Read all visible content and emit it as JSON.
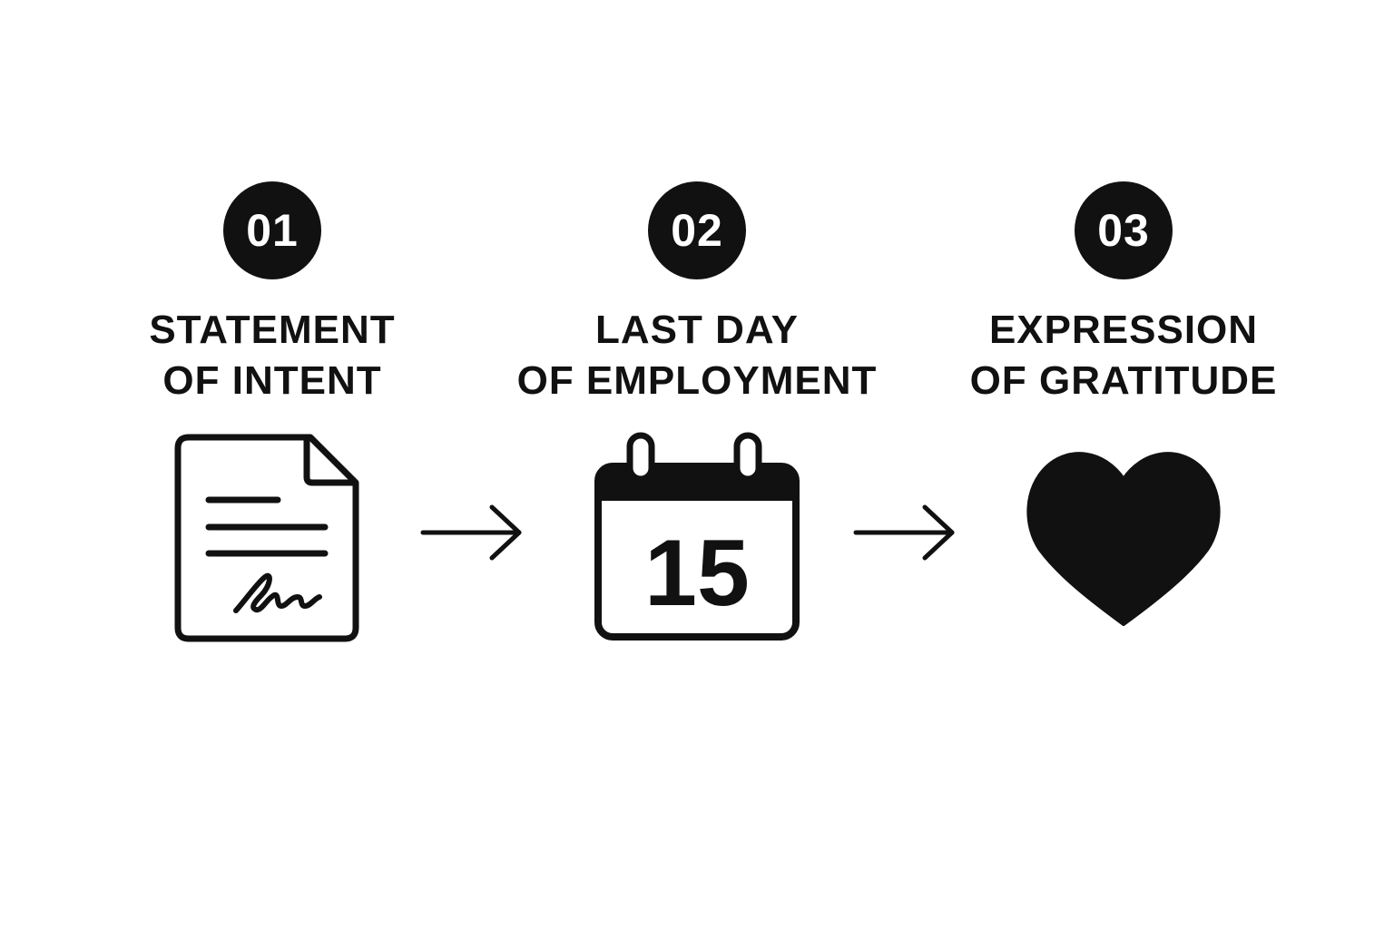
{
  "steps": [
    {
      "number": "01",
      "title_line1": "STATEMENT",
      "title_line2": "OF INTENT",
      "icon": "signed-document-icon"
    },
    {
      "number": "02",
      "title_line1": "LAST DAY",
      "title_line2": "OF EMPLOYMENT",
      "icon": "calendar-icon",
      "calendar_day": "15"
    },
    {
      "number": "03",
      "title_line1": "EXPRESSION",
      "title_line2": "OF GRATITUDE",
      "icon": "heart-icon"
    }
  ],
  "colors": {
    "ink": "#111111",
    "background": "#ffffff"
  }
}
